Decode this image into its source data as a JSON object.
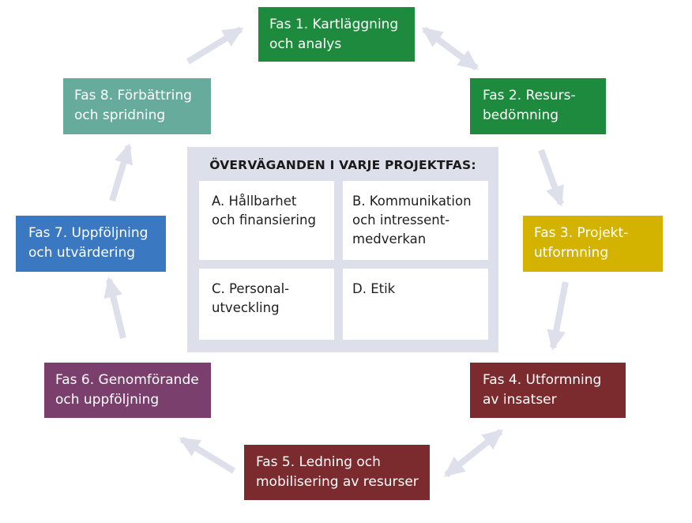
{
  "phases": [
    {
      "lines": [
        "Fas 1.  Kartläggning",
        "och analys"
      ],
      "color": "#1e8a3e"
    },
    {
      "lines": [
        "Fas 2. Resurs-",
        "bedömning"
      ],
      "color": "#1e8a3e"
    },
    {
      "lines": [
        "Fas 3. Projekt-",
        "utformning"
      ],
      "color": "#d4b300"
    },
    {
      "lines": [
        "Fas 4. Utformning",
        "av insatser"
      ],
      "color": "#7b2a2e"
    },
    {
      "lines": [
        "Fas 5. Ledning och",
        "mobilisering av resurser"
      ],
      "color": "#7b2a2e"
    },
    {
      "lines": [
        "Fas 6. Genomförande",
        "och uppföljning"
      ],
      "color": "#7b3f6e"
    },
    {
      "lines": [
        "Fas 7. Uppföljning",
        "och utvärdering"
      ],
      "color": "#3a78c2"
    },
    {
      "lines": [
        "Fas 8. Förbättring",
        "och spridning"
      ],
      "color": "#66ab9c"
    }
  ],
  "center": {
    "title": "ÖVERVÄGANDEN I VARJE PROJEKTFAS:",
    "cells": [
      {
        "lines": [
          "A. Hållbarhet",
          "och finansiering"
        ]
      },
      {
        "lines": [
          "B. Kommunikation",
          "och intressent-",
          "medverkan"
        ]
      },
      {
        "lines": [
          "C. Personal-",
          "utveckling"
        ]
      },
      {
        "lines": [
          "D. Etik"
        ]
      }
    ]
  },
  "colors": {
    "arrow": "#dde0ea",
    "center_bg": "#dde0ea"
  }
}
